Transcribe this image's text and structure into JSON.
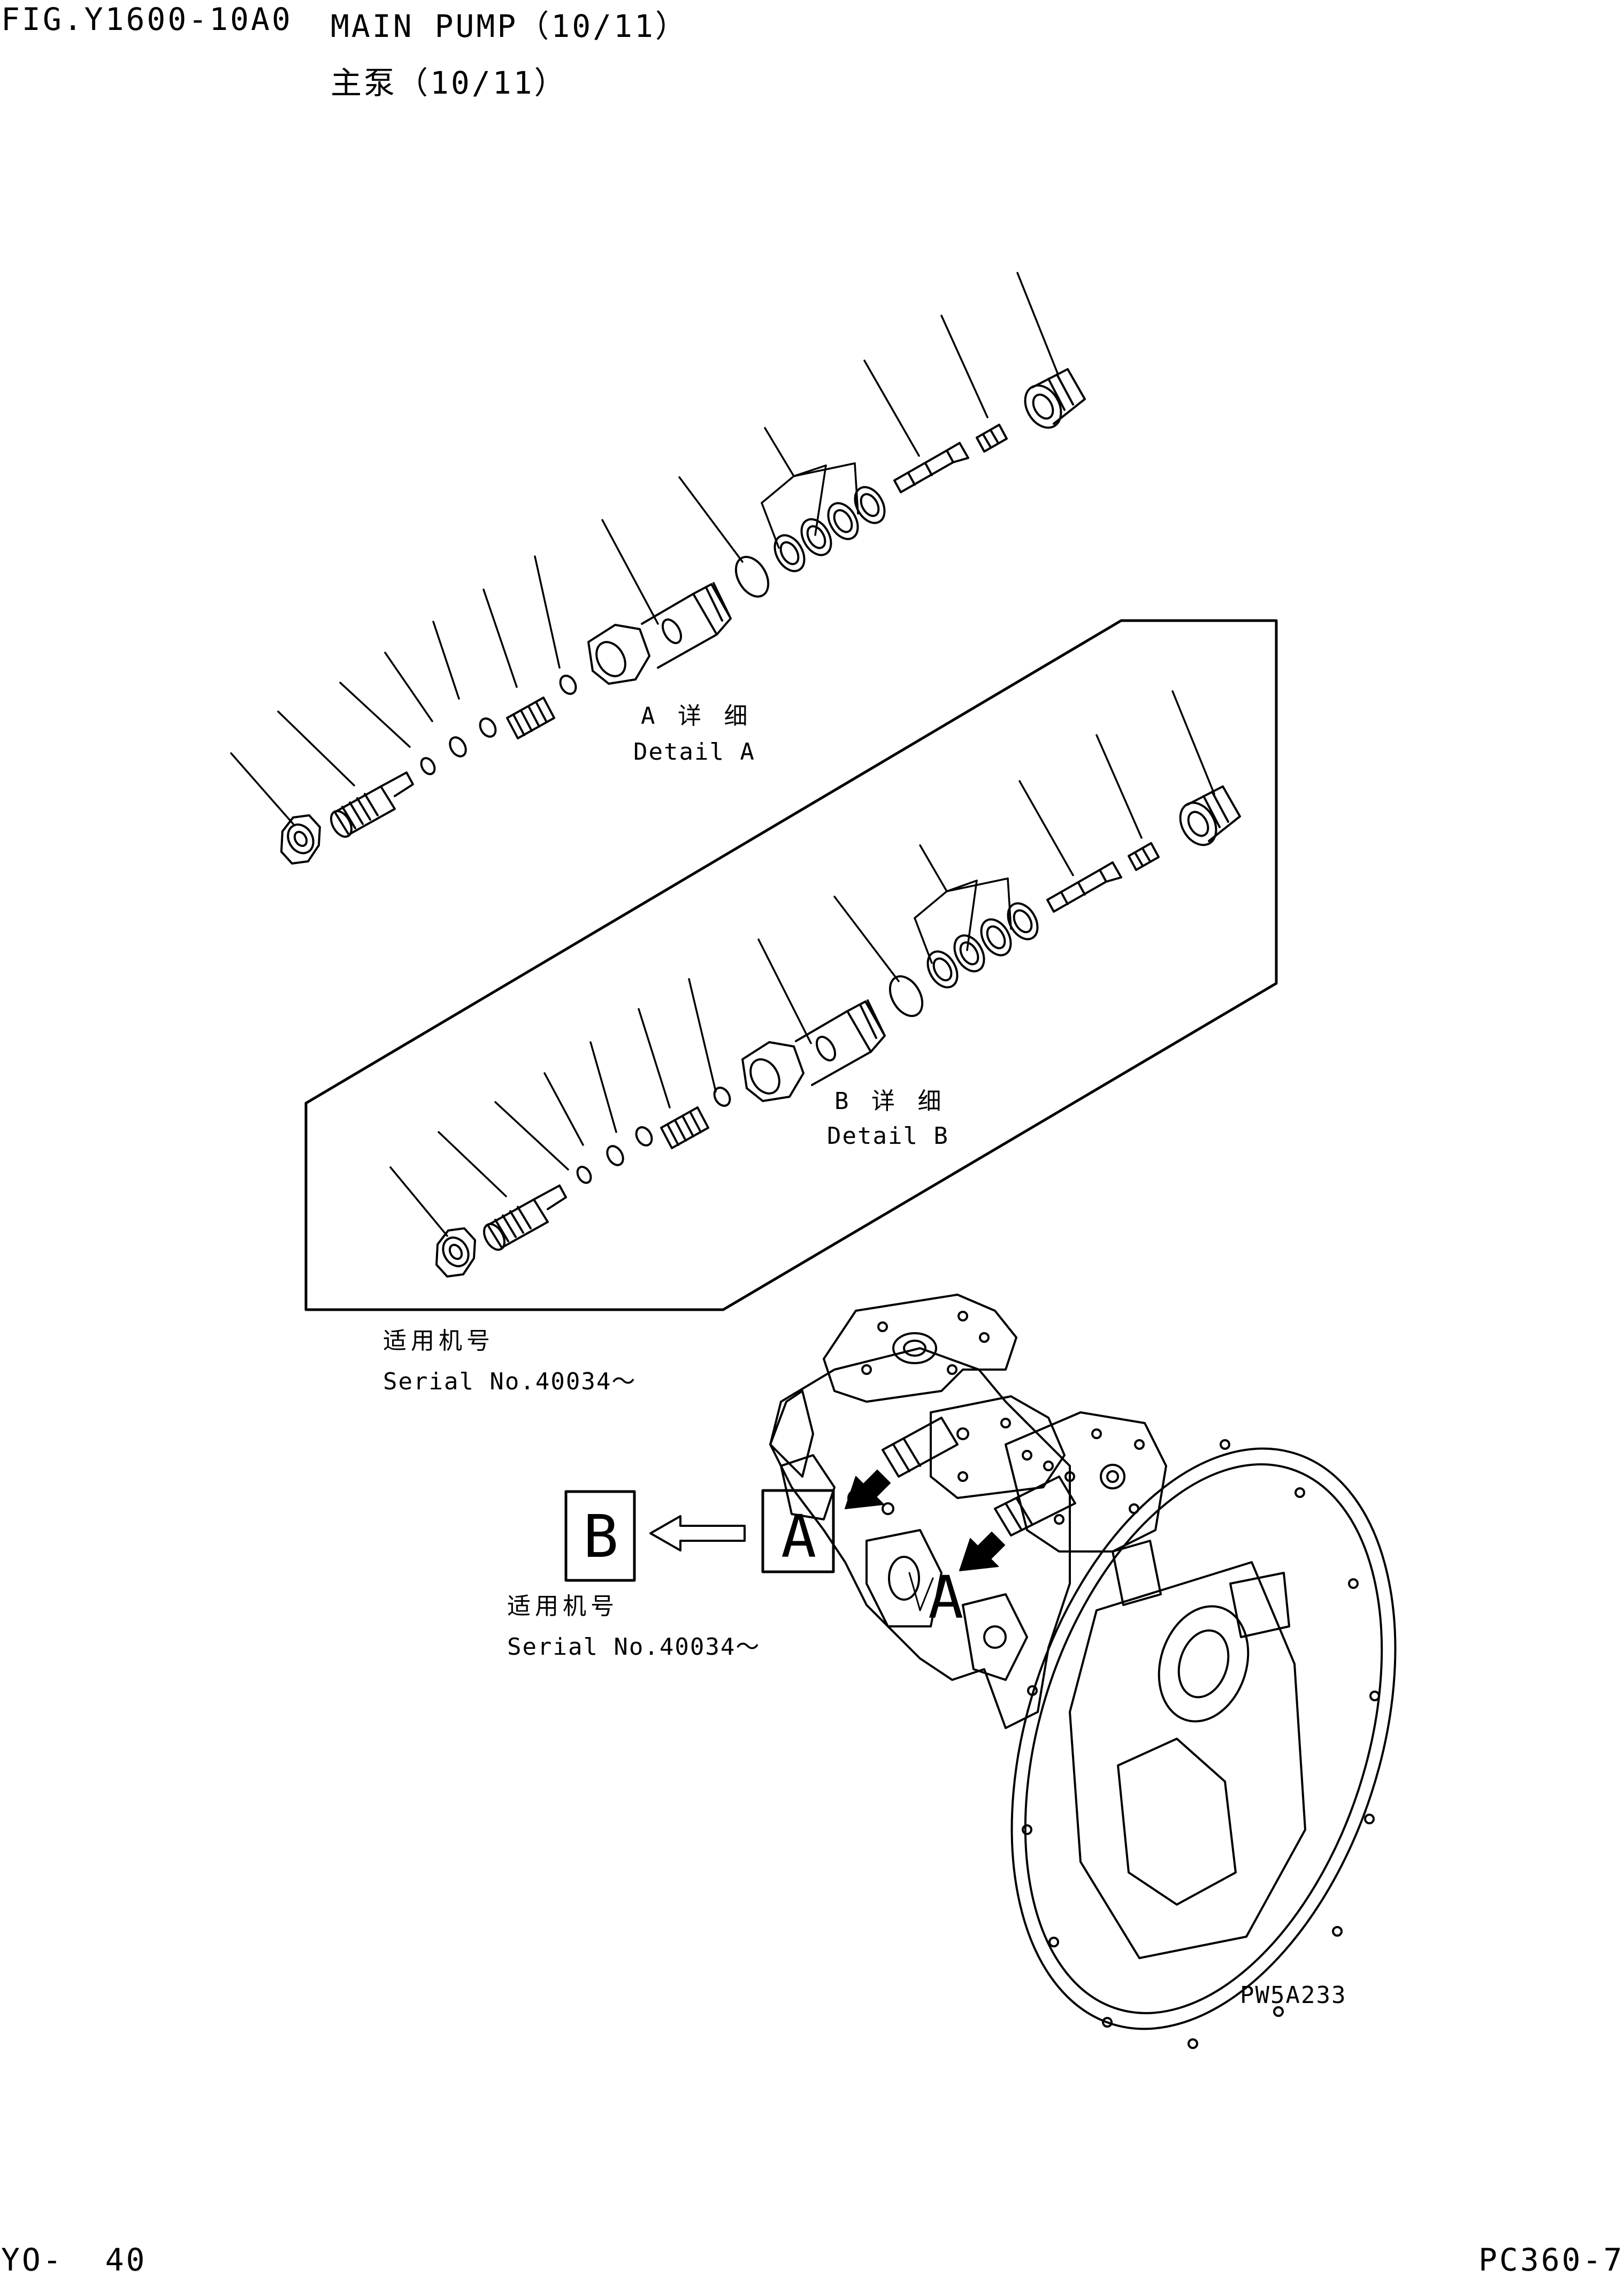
{
  "header": {
    "fig_code": "FIG.Y1600-10A0",
    "title_en": "MAIN PUMP（10/11）",
    "title_cn": "主泵（10/11）"
  },
  "detail_a": {
    "label_cn": "A 详 细",
    "label_en": "Detail A"
  },
  "detail_b": {
    "label_cn": "B 详 细",
    "label_en": "Detail B"
  },
  "serial_upper": {
    "label_cn": "适用机号",
    "label_en": "Serial No.40034～"
  },
  "serial_lower": {
    "label_cn": "适用机号",
    "label_en": "Serial No.40034～"
  },
  "view_boxes": {
    "box_b": "B",
    "box_a": "A",
    "pump_mark": "A"
  },
  "drawing_code": "PW5A233",
  "footer": {
    "page": "YO-  40",
    "model": "PC360-7"
  },
  "colors": {
    "ink": "#000000",
    "paper": "#ffffff"
  }
}
